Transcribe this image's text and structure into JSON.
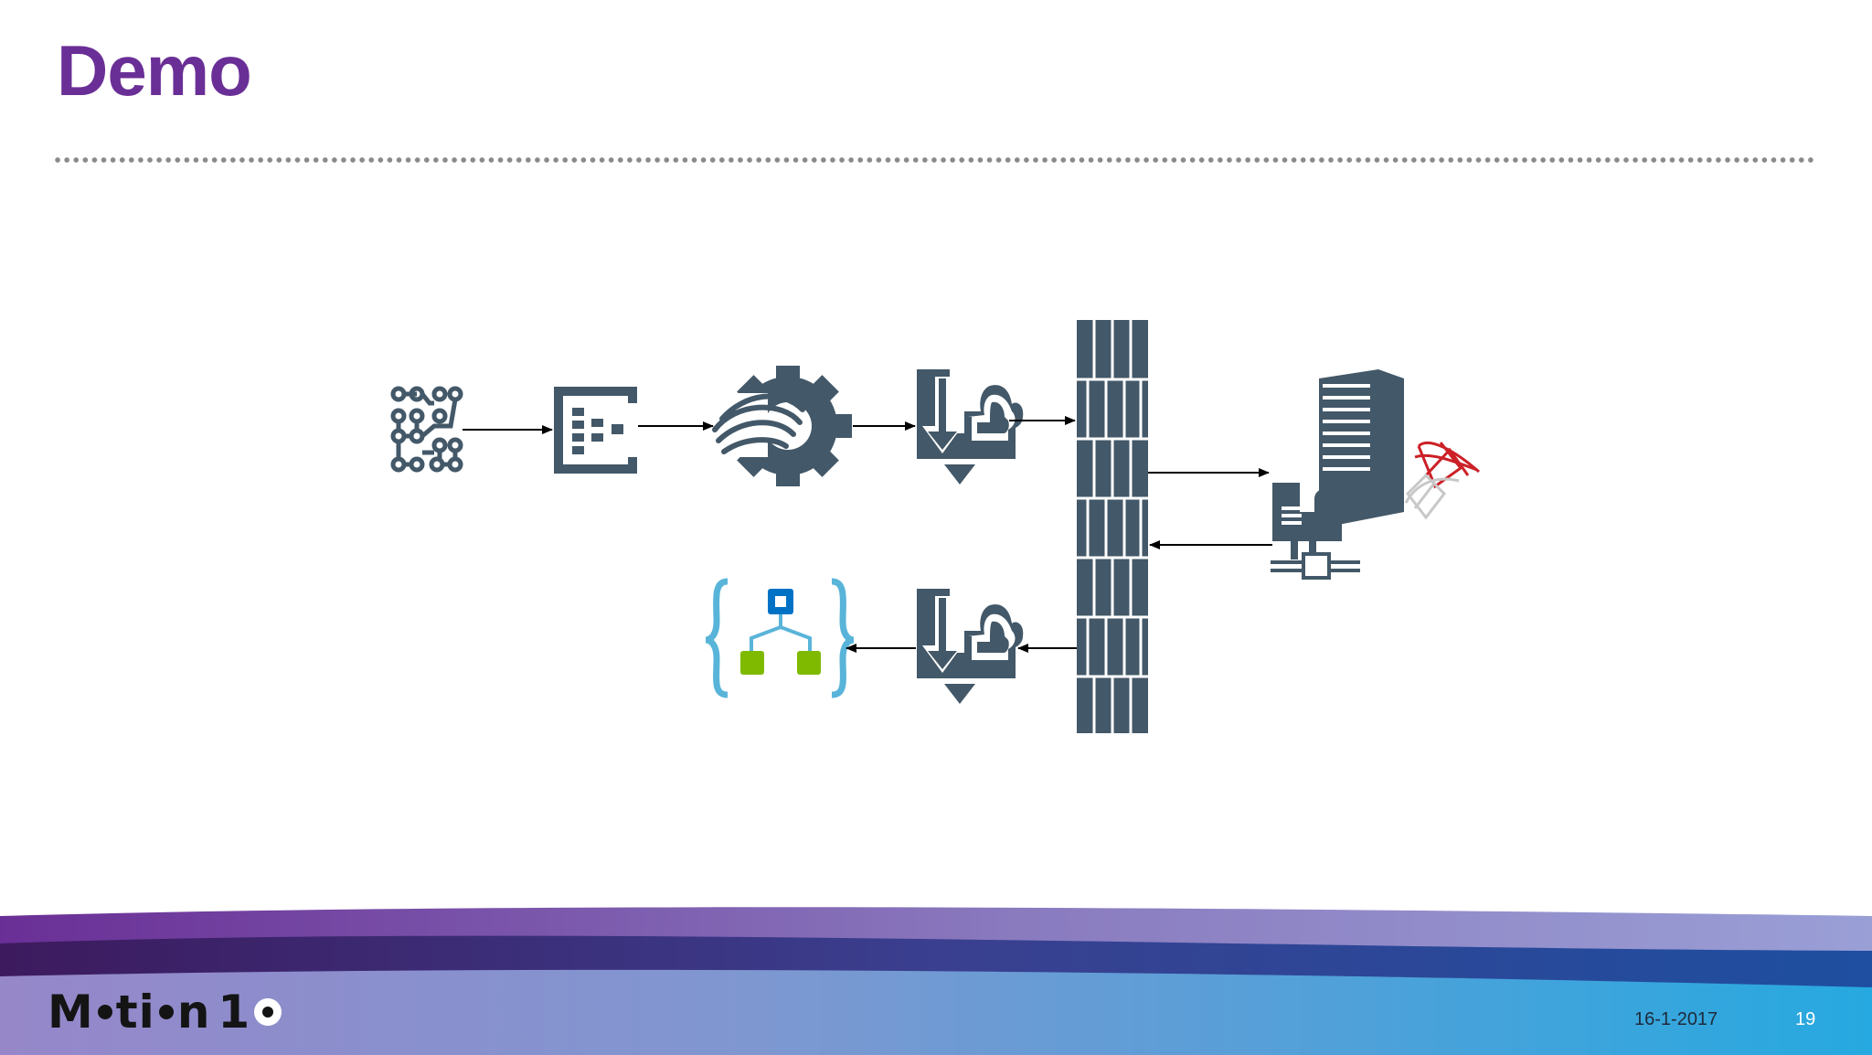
{
  "slide": {
    "title": "Demo",
    "date": "16-1-2017",
    "page_number": "19"
  },
  "logo": {
    "part1": "M",
    "part2": "ti",
    "part3": "n",
    "part4": "1"
  },
  "diagram": {
    "nodes": [
      {
        "id": "iot-device",
        "icon": "circuit-board-icon"
      },
      {
        "id": "event-hub",
        "icon": "event-hub-icon"
      },
      {
        "id": "stream-analytics",
        "icon": "stream-analytics-gear-icon"
      },
      {
        "id": "service-bus-in",
        "icon": "service-bus-icon"
      },
      {
        "id": "service-bus-out",
        "icon": "service-bus-icon"
      },
      {
        "id": "firewall",
        "icon": "firewall-icon"
      },
      {
        "id": "sql-server",
        "icon": "sql-server-icon"
      },
      {
        "id": "on-premises-gateway",
        "icon": "data-gateway-icon"
      },
      {
        "id": "logic-app",
        "icon": "logic-app-icon"
      }
    ],
    "colors": {
      "icon": "#435868",
      "logic_app_bracket": "#59b4d9",
      "logic_app_top": "#0072c6",
      "logic_app_leaf": "#7fba00",
      "sql_logo": "#cc2027",
      "title": "#6a2f96"
    }
  }
}
